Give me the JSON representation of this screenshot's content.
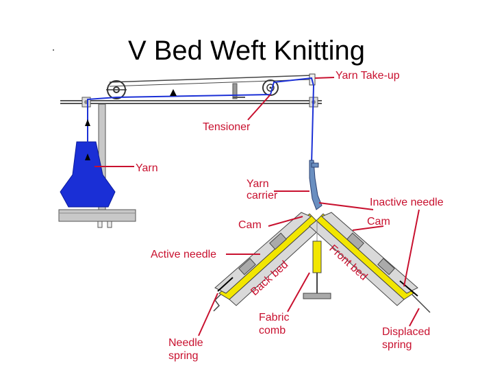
{
  "title": "V Bed Weft Knitting",
  "labels": {
    "yarn_takeup": "Yarn Take-up",
    "tensioner": "Tensioner",
    "yarn": "Yarn",
    "yarn_carrier_1": "Yarn",
    "yarn_carrier_2": "carrier",
    "inactive_needle": "Inactive needle",
    "cam_left": "Cam",
    "cam_right": "Cam",
    "active_needle": "Active needle",
    "back_bed": "Back bed",
    "front_bed": "Front bed",
    "fabric_comb_1": "Fabric",
    "fabric_comb_2": "comb",
    "displaced_spring_1": "Displaced",
    "displaced_spring_2": "spring",
    "needle_spring_1": "Needle",
    "needle_spring_2": "spring"
  },
  "colors": {
    "label": "#c8102e",
    "yarn": "#1a2fd6",
    "cone": "#1a2fd6",
    "bed": "#d9d9d9",
    "needle": "#f2e600",
    "comb": "#f2e600",
    "frame": "#c8c8c8"
  }
}
